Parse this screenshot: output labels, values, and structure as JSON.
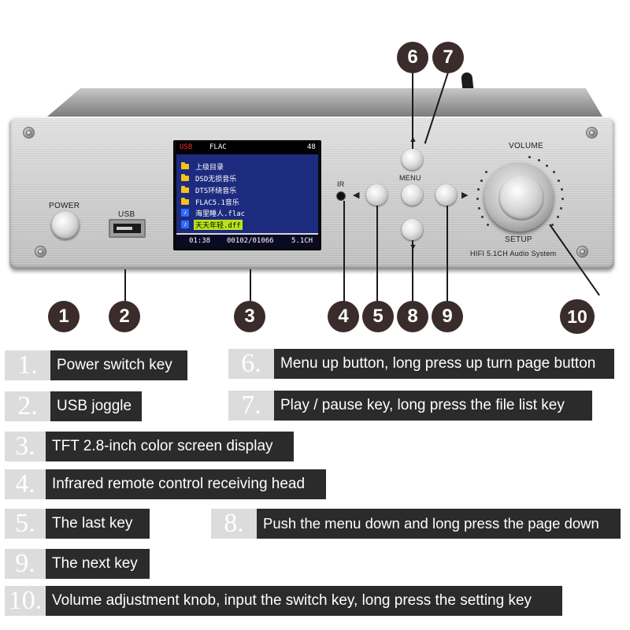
{
  "panel": {
    "power_label": "POWER",
    "usb_label": "USB",
    "ir_label": "IR",
    "menu_label": "MENU",
    "volume_label": "VOLUME",
    "setup_label": "SETUP",
    "brand_text": "HIFI 5.1CH Audio System"
  },
  "screen": {
    "source": "USB",
    "format": "FLAC",
    "volume": "48",
    "items": [
      {
        "type": "folder",
        "name": "上级目录"
      },
      {
        "type": "folder",
        "name": "DSD无损音乐"
      },
      {
        "type": "folder",
        "name": "DTS环绕音乐"
      },
      {
        "type": "folder",
        "name": "FLAC5.1音乐"
      },
      {
        "type": "file",
        "name": "海里睡人.flac"
      },
      {
        "type": "file",
        "name": "天天年轻.dff",
        "selected": true
      }
    ],
    "time": "01:38",
    "track": "00102/01066",
    "channels": "5.1CH"
  },
  "callouts": [
    "1",
    "2",
    "3",
    "4",
    "5",
    "6",
    "7",
    "8",
    "9",
    "10"
  ],
  "legend": [
    {
      "num": "1.",
      "text": "Power switch key"
    },
    {
      "num": "2.",
      "text": "USB joggle"
    },
    {
      "num": "3.",
      "text": "TFT 2.8-inch color screen display"
    },
    {
      "num": "4.",
      "text": "Infrared remote control receiving head"
    },
    {
      "num": "5.",
      "text": "The last key"
    },
    {
      "num": "6.",
      "text": "Menu up button, long press up turn page button"
    },
    {
      "num": "7.",
      "text": "Play / pause key, long press the file list key"
    },
    {
      "num": "8.",
      "text": "Push the menu down and long press the page down"
    },
    {
      "num": "9.",
      "text": "The next key"
    },
    {
      "num": "10.",
      "text": "Volume adjustment knob, input the switch key, long press the setting key"
    }
  ]
}
